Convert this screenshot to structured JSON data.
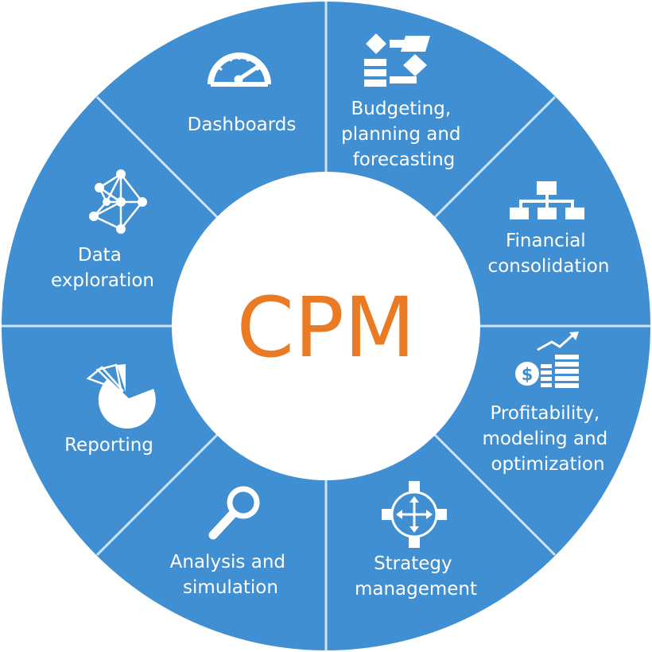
{
  "center": {
    "label": "CPM"
  },
  "colors": {
    "ring": "#3f8fd2",
    "divider": "#cfe3f4",
    "center_fill": "#ffffff",
    "center_text": "#ea7a24",
    "text": "#ffffff"
  },
  "segments": [
    {
      "icon": "dashboard-gauge-icon",
      "label_lines": [
        "Dashboards"
      ]
    },
    {
      "icon": "flowchart-icon",
      "label_lines": [
        "Budgeting,",
        "planning and",
        "forecasting"
      ]
    },
    {
      "icon": "org-chart-icon",
      "label_lines": [
        "Financial",
        "consolidation"
      ]
    },
    {
      "icon": "money-growth-icon",
      "label_lines": [
        "Profitability,",
        "modeling and",
        "optimization"
      ]
    },
    {
      "icon": "strategy-arrows-icon",
      "label_lines": [
        "Strategy",
        "management"
      ]
    },
    {
      "icon": "magnifier-icon",
      "label_lines": [
        "Analysis and",
        "simulation"
      ]
    },
    {
      "icon": "pie-chart-icon",
      "label_lines": [
        "Reporting"
      ]
    },
    {
      "icon": "network-icon",
      "label_lines": [
        "Data",
        "exploration"
      ]
    }
  ]
}
